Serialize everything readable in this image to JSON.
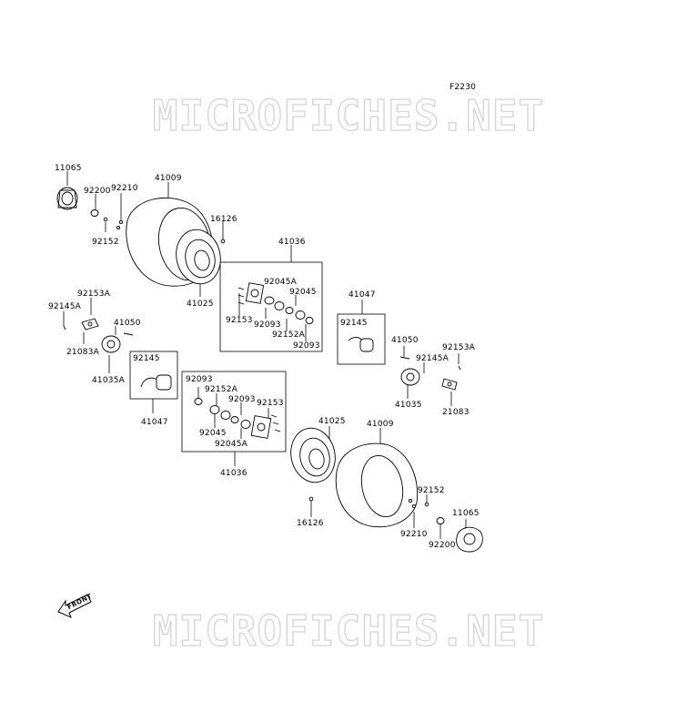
{
  "figure_code": "F2230",
  "watermark_text": "MICROFICHES.NET",
  "front_label": "FRONT",
  "part_labels": {
    "p11065_a": "11065",
    "p92200_a": "92200",
    "p92210_a": "92210",
    "p92152_a": "92152",
    "p41009_a": "41009",
    "p16126_a": "16126",
    "p41025_a": "41025",
    "p41036_a": "41036",
    "p92045A_a": "92045A",
    "p92045_a": "92045",
    "p92153_a": "92153",
    "p92093_a": "92093",
    "p92152A_a": "92152A",
    "p92093_b": "92093",
    "p41047_a": "41047",
    "p92145_a": "92145",
    "p92153A_a": "92153A",
    "p92145A_a": "92145A",
    "p41050_a": "41050",
    "p21083A_a": "21083A",
    "p41035A_a": "41035A",
    "p92145_b": "92145",
    "p41047_b": "41047",
    "p92093_c": "92093",
    "p92152A_b": "92152A",
    "p92093_d": "92093",
    "p92153_b": "92153",
    "p92045_b": "92045",
    "p92045A_b": "92045A",
    "p41036_b": "41036",
    "p41025_b": "41025",
    "p41009_b": "41009",
    "p16126_b": "16126",
    "p41050_b": "41050",
    "p92153A_b": "92153A",
    "p92145A_b": "92145A",
    "p41035_a": "41035",
    "p21083_a": "21083",
    "p92152_b": "92152",
    "p92210_b": "92210",
    "p11065_b": "11065",
    "p92200_b": "92200"
  }
}
